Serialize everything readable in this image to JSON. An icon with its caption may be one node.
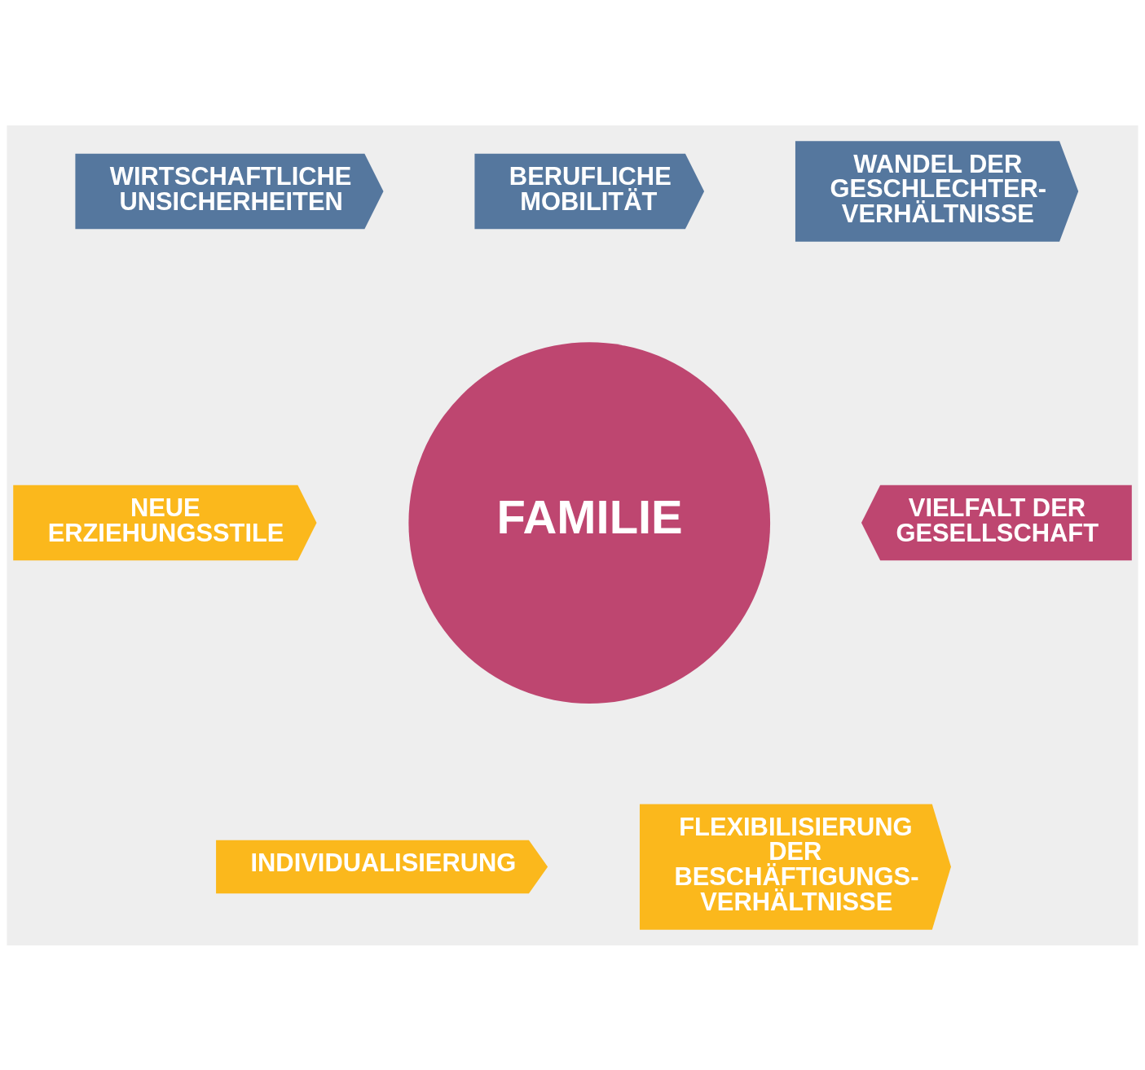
{
  "diagram": {
    "nodes": [
      {
        "text": [
          "BERUFLICHE MOBILITÄT"
        ]
      },
      {
        "text": [
          "WIRTSCHAFTLICHE UNSICHERHEITEN"
        ]
      },
      {
        "text": [
          "WANDEL DER GESCHLECHTER- VERHÄLTNISSE"
        ]
      },
      {
        "text": [
          "NEUE ERZIEHUNGSSTILE"
        ]
      },
      {
        "text": [
          "FAMILIE"
        ]
      },
      {
        "text": [
          "VIELFALT DER GESELLSCHAFT"
        ]
      },
      {
        "text": [
          "INDIVIDUALISIERUNG"
        ]
      },
      {
        "text": [
          "FLEXIBILISIERUNG DER BESCHÄFTIGUNGS- VERHÄLTNISSE"
        ]
      }
    ]
  }
}
